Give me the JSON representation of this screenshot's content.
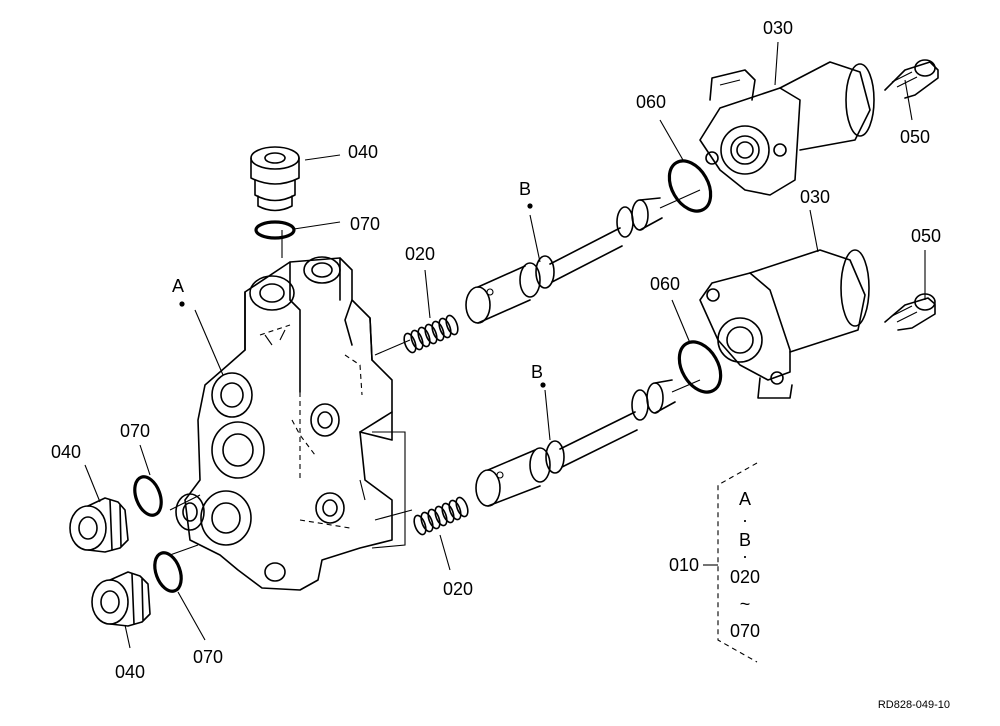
{
  "labels": {
    "p030_top": "030",
    "p030_mid": "030",
    "p050_top": "050",
    "p050_mid": "050",
    "p060_top": "060",
    "p060_mid": "060",
    "p040_top": "040",
    "p040_left": "040",
    "p040_bottom": "040",
    "p070_top": "070",
    "p070_left": "070",
    "p070_bottom": "070",
    "p020_top": "020",
    "p020_bottom": "020",
    "B_top": "B",
    "B_bottom": "B",
    "A_main": "A",
    "p010": "010"
  },
  "assembly": {
    "item_a": "A",
    "sep1": "·",
    "item_b": "B",
    "sep2": "·",
    "item_start": "020",
    "range": "~",
    "item_end": "070"
  },
  "ref_code": "RD828-049-10"
}
